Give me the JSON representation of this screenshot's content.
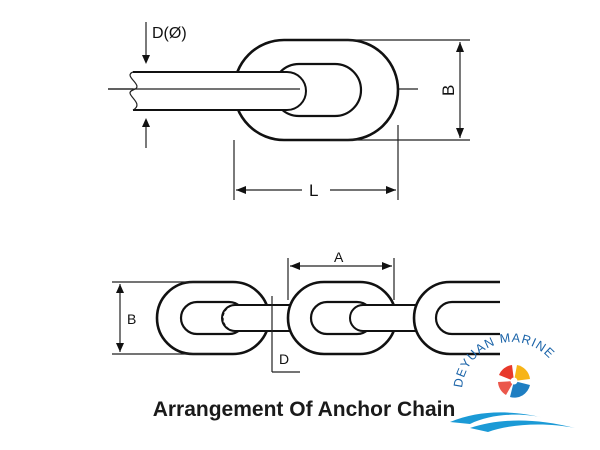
{
  "caption": "Arrangement Of Anchor Chain",
  "top_figure": {
    "label_diameter": "D(Ø)",
    "label_length": "L",
    "label_width": "B"
  },
  "bottom_figure": {
    "label_pitch": "A",
    "label_width": "B",
    "label_diameter": "D"
  },
  "logo": {
    "text": "DEYUAN MARINE",
    "colors": {
      "red": "#e8392b",
      "yellow": "#f7b417",
      "blue": "#1f7ec2",
      "wave": "#1b9ad6"
    }
  },
  "colors": {
    "line": "#111111",
    "background": "#ffffff"
  }
}
